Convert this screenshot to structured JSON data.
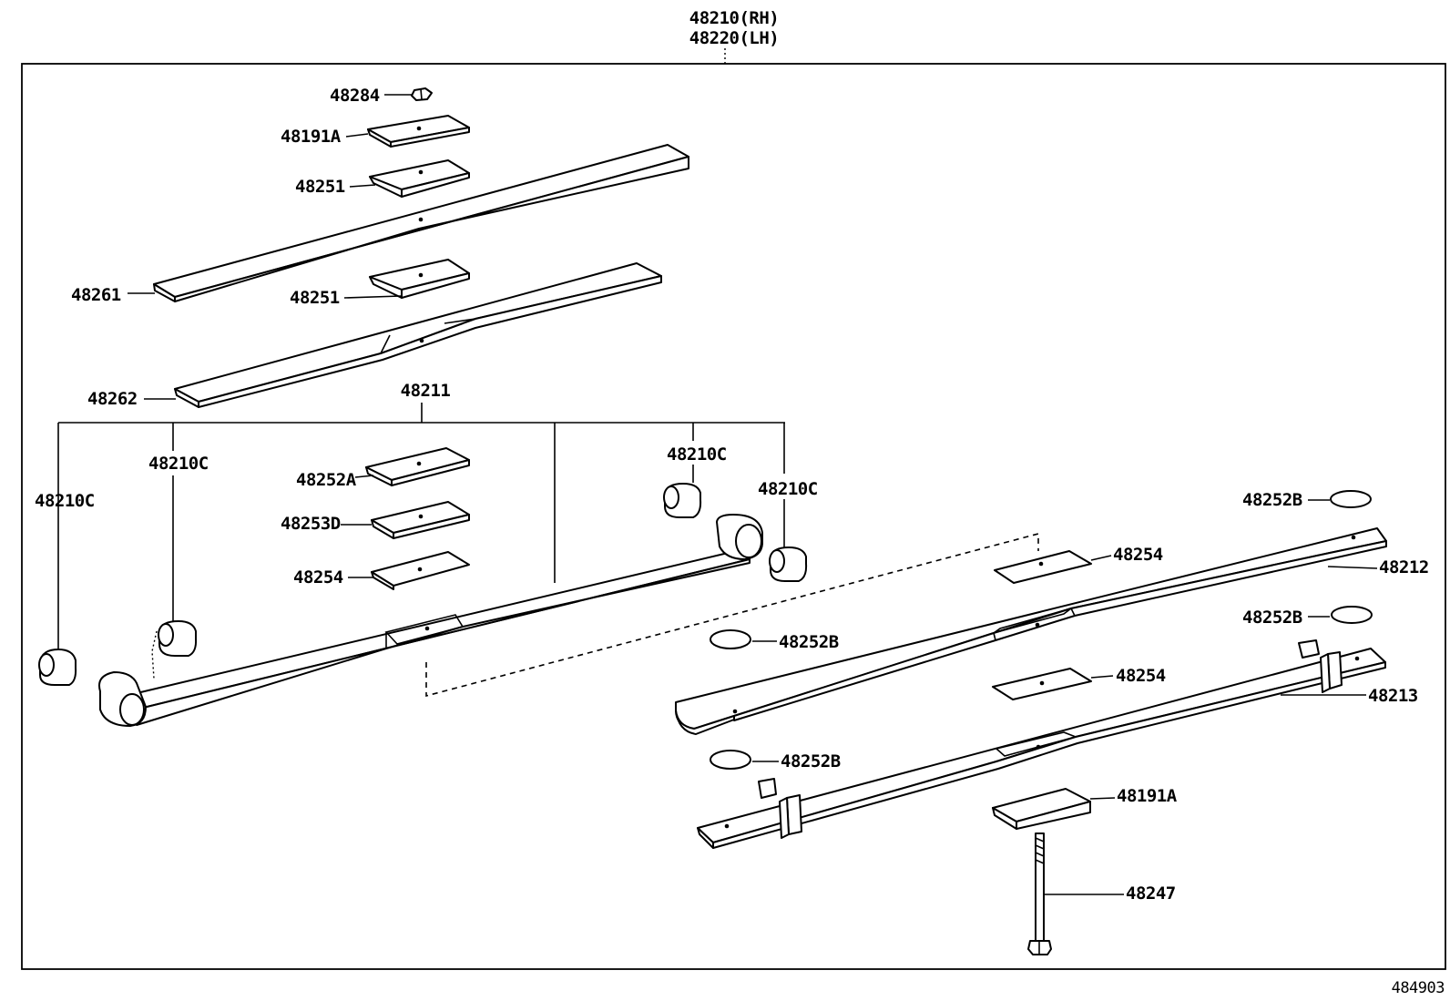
{
  "diagram": {
    "header": {
      "line1": "48210(RH)",
      "line2": "48220(LH)"
    },
    "figure_id": "484903",
    "labels": {
      "p48284": "48284",
      "p48191a_top": "48191A",
      "p48251_top": "48251",
      "p48261": "48261",
      "p48251_mid": "48251",
      "p48262": "48262",
      "p48211": "48211",
      "p48210c_a": "48210C",
      "p48210c_b": "48210C",
      "p48210c_c": "48210C",
      "p48210c_d": "48210C",
      "p48252a": "48252A",
      "p48253d": "48253D",
      "p48254_left": "48254",
      "p48252b_r1": "48252B",
      "p48254_r1": "48254",
      "p48212": "48212",
      "p48252b_r2": "48252B",
      "p48252b_l1": "48252B",
      "p48254_r2": "48254",
      "p48213": "48213",
      "p48252b_l2": "48252B",
      "p48191a_bot": "48191A",
      "p48247": "48247"
    }
  }
}
